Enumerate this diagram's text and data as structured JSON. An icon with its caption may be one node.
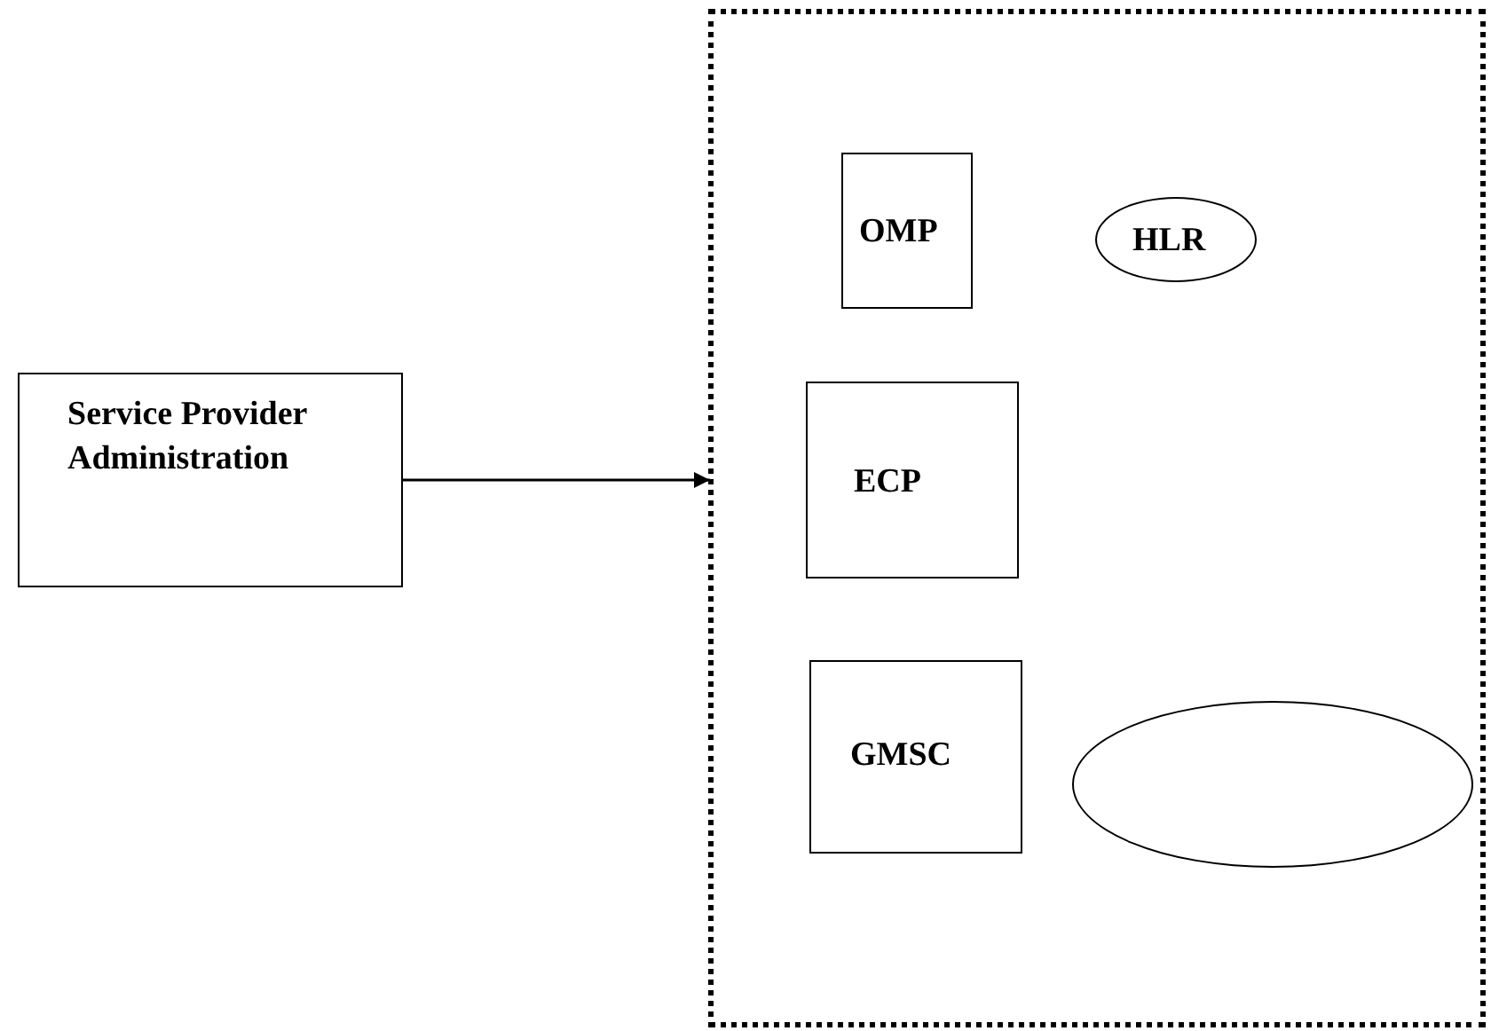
{
  "diagram": {
    "nodes": [
      {
        "text": [
          "Service Provider Administration"
        ]
      },
      {
        "text": [],
        "shape": "box"
      },
      {
        "text": [
          "OMP"
        ],
        "in": 1
      },
      {
        "text": [
          "HLR"
        ],
        "in": 1
      },
      {
        "text": [
          "ECP"
        ],
        "in": 1
      },
      {
        "text": [
          "GMSC"
        ],
        "in": 1
      },
      {
        "text": [],
        "shape": "ellipse",
        "in": 1
      }
    ],
    "edges": [
      {
        "from": 0,
        "to": 1,
        "arrow": "to"
      }
    ]
  }
}
